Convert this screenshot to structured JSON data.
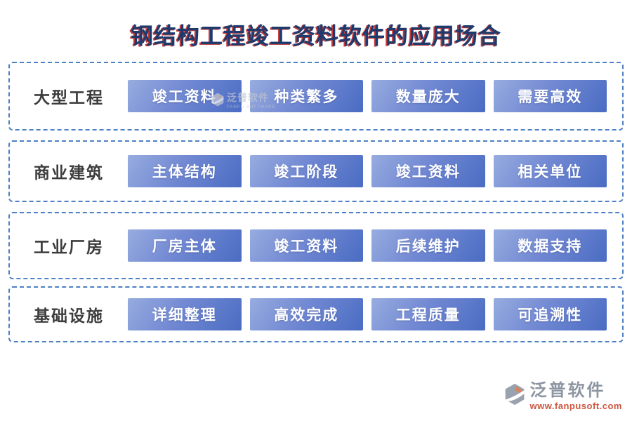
{
  "title": "钢结构工程竣工资料软件的应用场合",
  "rows": [
    {
      "label": "大型工程",
      "items": [
        "竣工资料",
        "种类繁多",
        "数量庞大",
        "需要高效"
      ]
    },
    {
      "label": "商业建筑",
      "items": [
        "主体结构",
        "竣工阶段",
        "竣工资料",
        "相关单位"
      ]
    },
    {
      "label": "工业厂房",
      "items": [
        "厂房主体",
        "竣工资料",
        "后续维护",
        "数据支持"
      ]
    },
    {
      "label": "基础设施",
      "items": [
        "详细整理",
        "高效完成",
        "工程质量",
        "可追溯性"
      ]
    }
  ],
  "watermark": {
    "brand": "泛普软件",
    "sub": "FANPU SOFTWARE"
  },
  "footer": {
    "brand": "泛普软件",
    "url": "www.fanpusoft.com"
  },
  "colors": {
    "title_navy": "#1e3a6c",
    "title_red_shadow": "#c13a3a",
    "row_border_blue": "#4d80c4",
    "button_gradient_start": "#97acdf",
    "button_gradient_end": "#4a6cc3",
    "label_gray": "#3c3c3c",
    "footer_gray": "#8d95a2",
    "footer_orange": "#cc5740"
  }
}
